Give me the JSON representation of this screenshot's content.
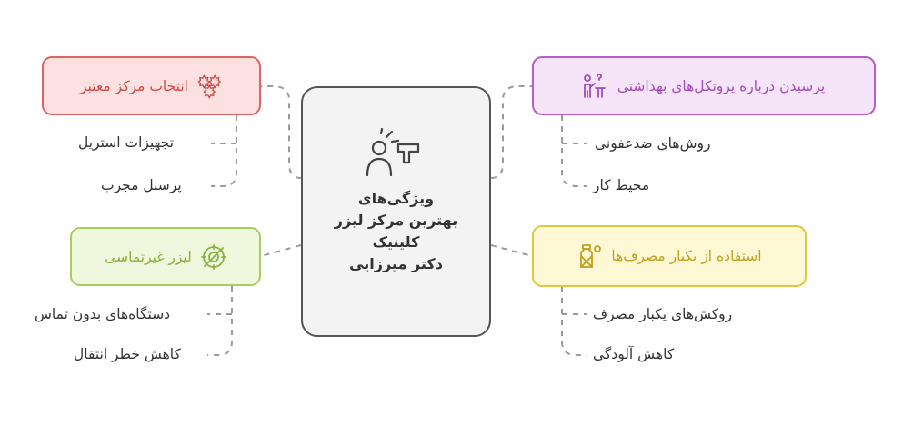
{
  "center": {
    "title_lines": [
      "ویژگی‌های",
      "بهترین مرکز لیزر",
      "کلینیک",
      "دکتر میرزایی"
    ],
    "icon": "laser-device-icon"
  },
  "branches": {
    "top_left": {
      "label": "انتخاب مرکز معتبر",
      "icon": "badge-icon",
      "color": "#e06464",
      "items": [
        "تجهیزات استریل",
        "پرسنل مجرب"
      ]
    },
    "bottom_left": {
      "label": "لیزر غیرتماسی",
      "icon": "no-touch-icon",
      "color": "#a6cd5e",
      "items": [
        "دستگاه‌های بدون تماس",
        "کاهش خطر انتقال"
      ]
    },
    "top_right": {
      "label": "پرسیدن درباره پروتکل‌های بهداشتی",
      "icon": "person-question-icon",
      "color": "#b85cd0",
      "items": [
        "روش‌های ضدعفونی",
        "محیط کار"
      ]
    },
    "bottom_right": {
      "label": "استفاده از یکبار مصرف‌ها",
      "icon": "disposable-bottle-icon",
      "color": "#e0c63e",
      "items": [
        "روکش‌های یکبار مصرف",
        "کاهش آلودگی"
      ]
    }
  }
}
